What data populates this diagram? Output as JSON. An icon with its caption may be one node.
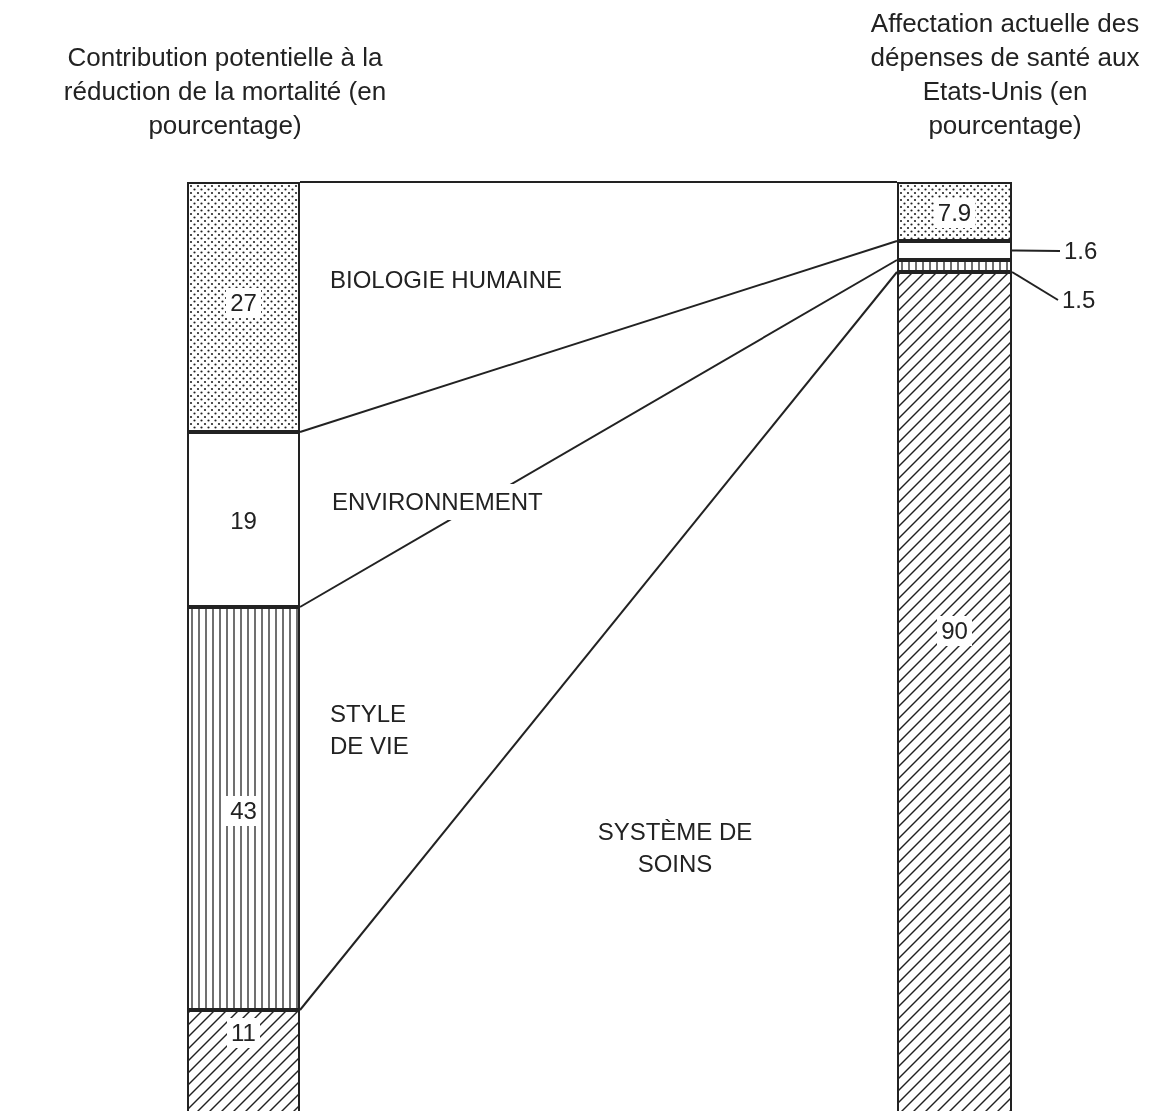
{
  "diagram": {
    "nodes": [
      {
        "text": [
          "27"
        ]
      },
      {
        "text": [
          "19"
        ]
      },
      {
        "text": [
          "43"
        ]
      },
      {
        "text": [
          "11"
        ]
      },
      {
        "text": [
          "7.9"
        ]
      },
      {
        "text": [],
        "shape": "bar"
      },
      {
        "text": [],
        "shape": "bar"
      },
      {
        "text": [
          "90"
        ]
      },
      {
        "text": [
          "1.6"
        ]
      },
      {
        "text": [
          "1.5"
        ]
      }
    ],
    "edges": [
      {
        "from": 0,
        "to": 4,
        "arrow": "none"
      },
      {
        "from": 1,
        "to": 5,
        "arrow": "none"
      },
      {
        "from": 2,
        "to": 6,
        "arrow": "none"
      },
      {
        "from": 3,
        "to": 7,
        "arrow": "none"
      },
      {
        "from": 8,
        "to": 5,
        "arrow": "none"
      },
      {
        "from": 9,
        "to": 6,
        "arrow": "none"
      }
    ],
    "labels": [
      "Contribution potentielle à la réduction de la mortalité (en pourcentage)",
      "Affectation actuelle des dépenses de santé aux Etats-Unis (en pourcentage)",
      "BIOLOGIE HUMAINE",
      "ENVIRONNEMENT",
      "STYLE DE VIE",
      "SYSTÈME DE SOINS"
    ]
  }
}
